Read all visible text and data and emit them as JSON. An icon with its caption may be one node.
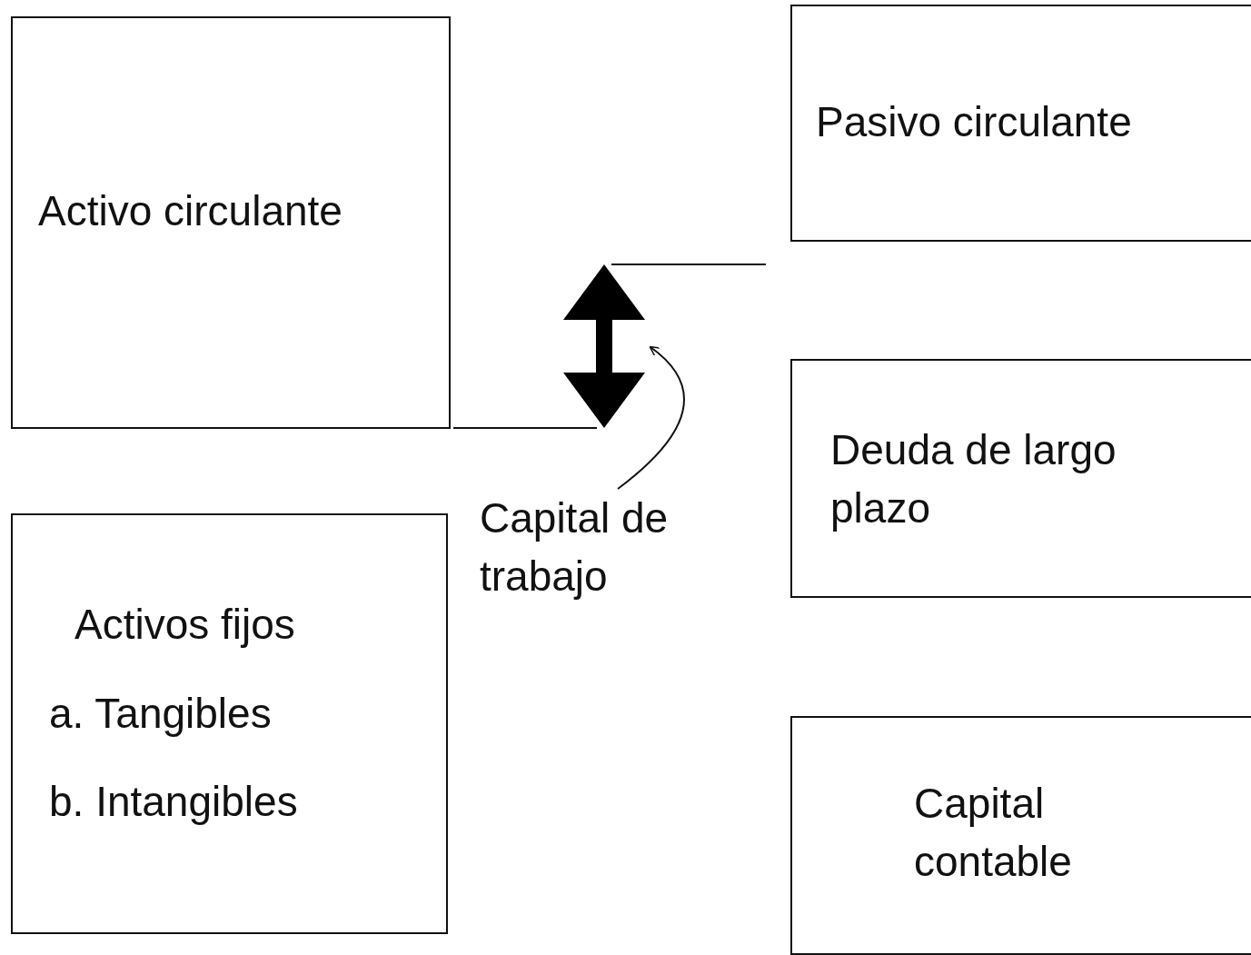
{
  "diagram": {
    "nodes": [
      {
        "text": [
          "Activo circulante"
        ]
      },
      {
        "text": [
          "Activos fijos",
          "a. Tangibles",
          "b. Intangibles"
        ]
      },
      {
        "text": [
          "Pasivo circulante"
        ]
      },
      {
        "text": [
          "Deuda de largo plazo"
        ]
      },
      {
        "text": [
          "Capital contable"
        ]
      },
      {
        "text": [
          "Capital de trabajo"
        ]
      },
      {
        "text": [],
        "shape": "arrow"
      }
    ],
    "edges": [
      {
        "from": 5,
        "to": 6,
        "arrow": "to"
      }
    ]
  }
}
